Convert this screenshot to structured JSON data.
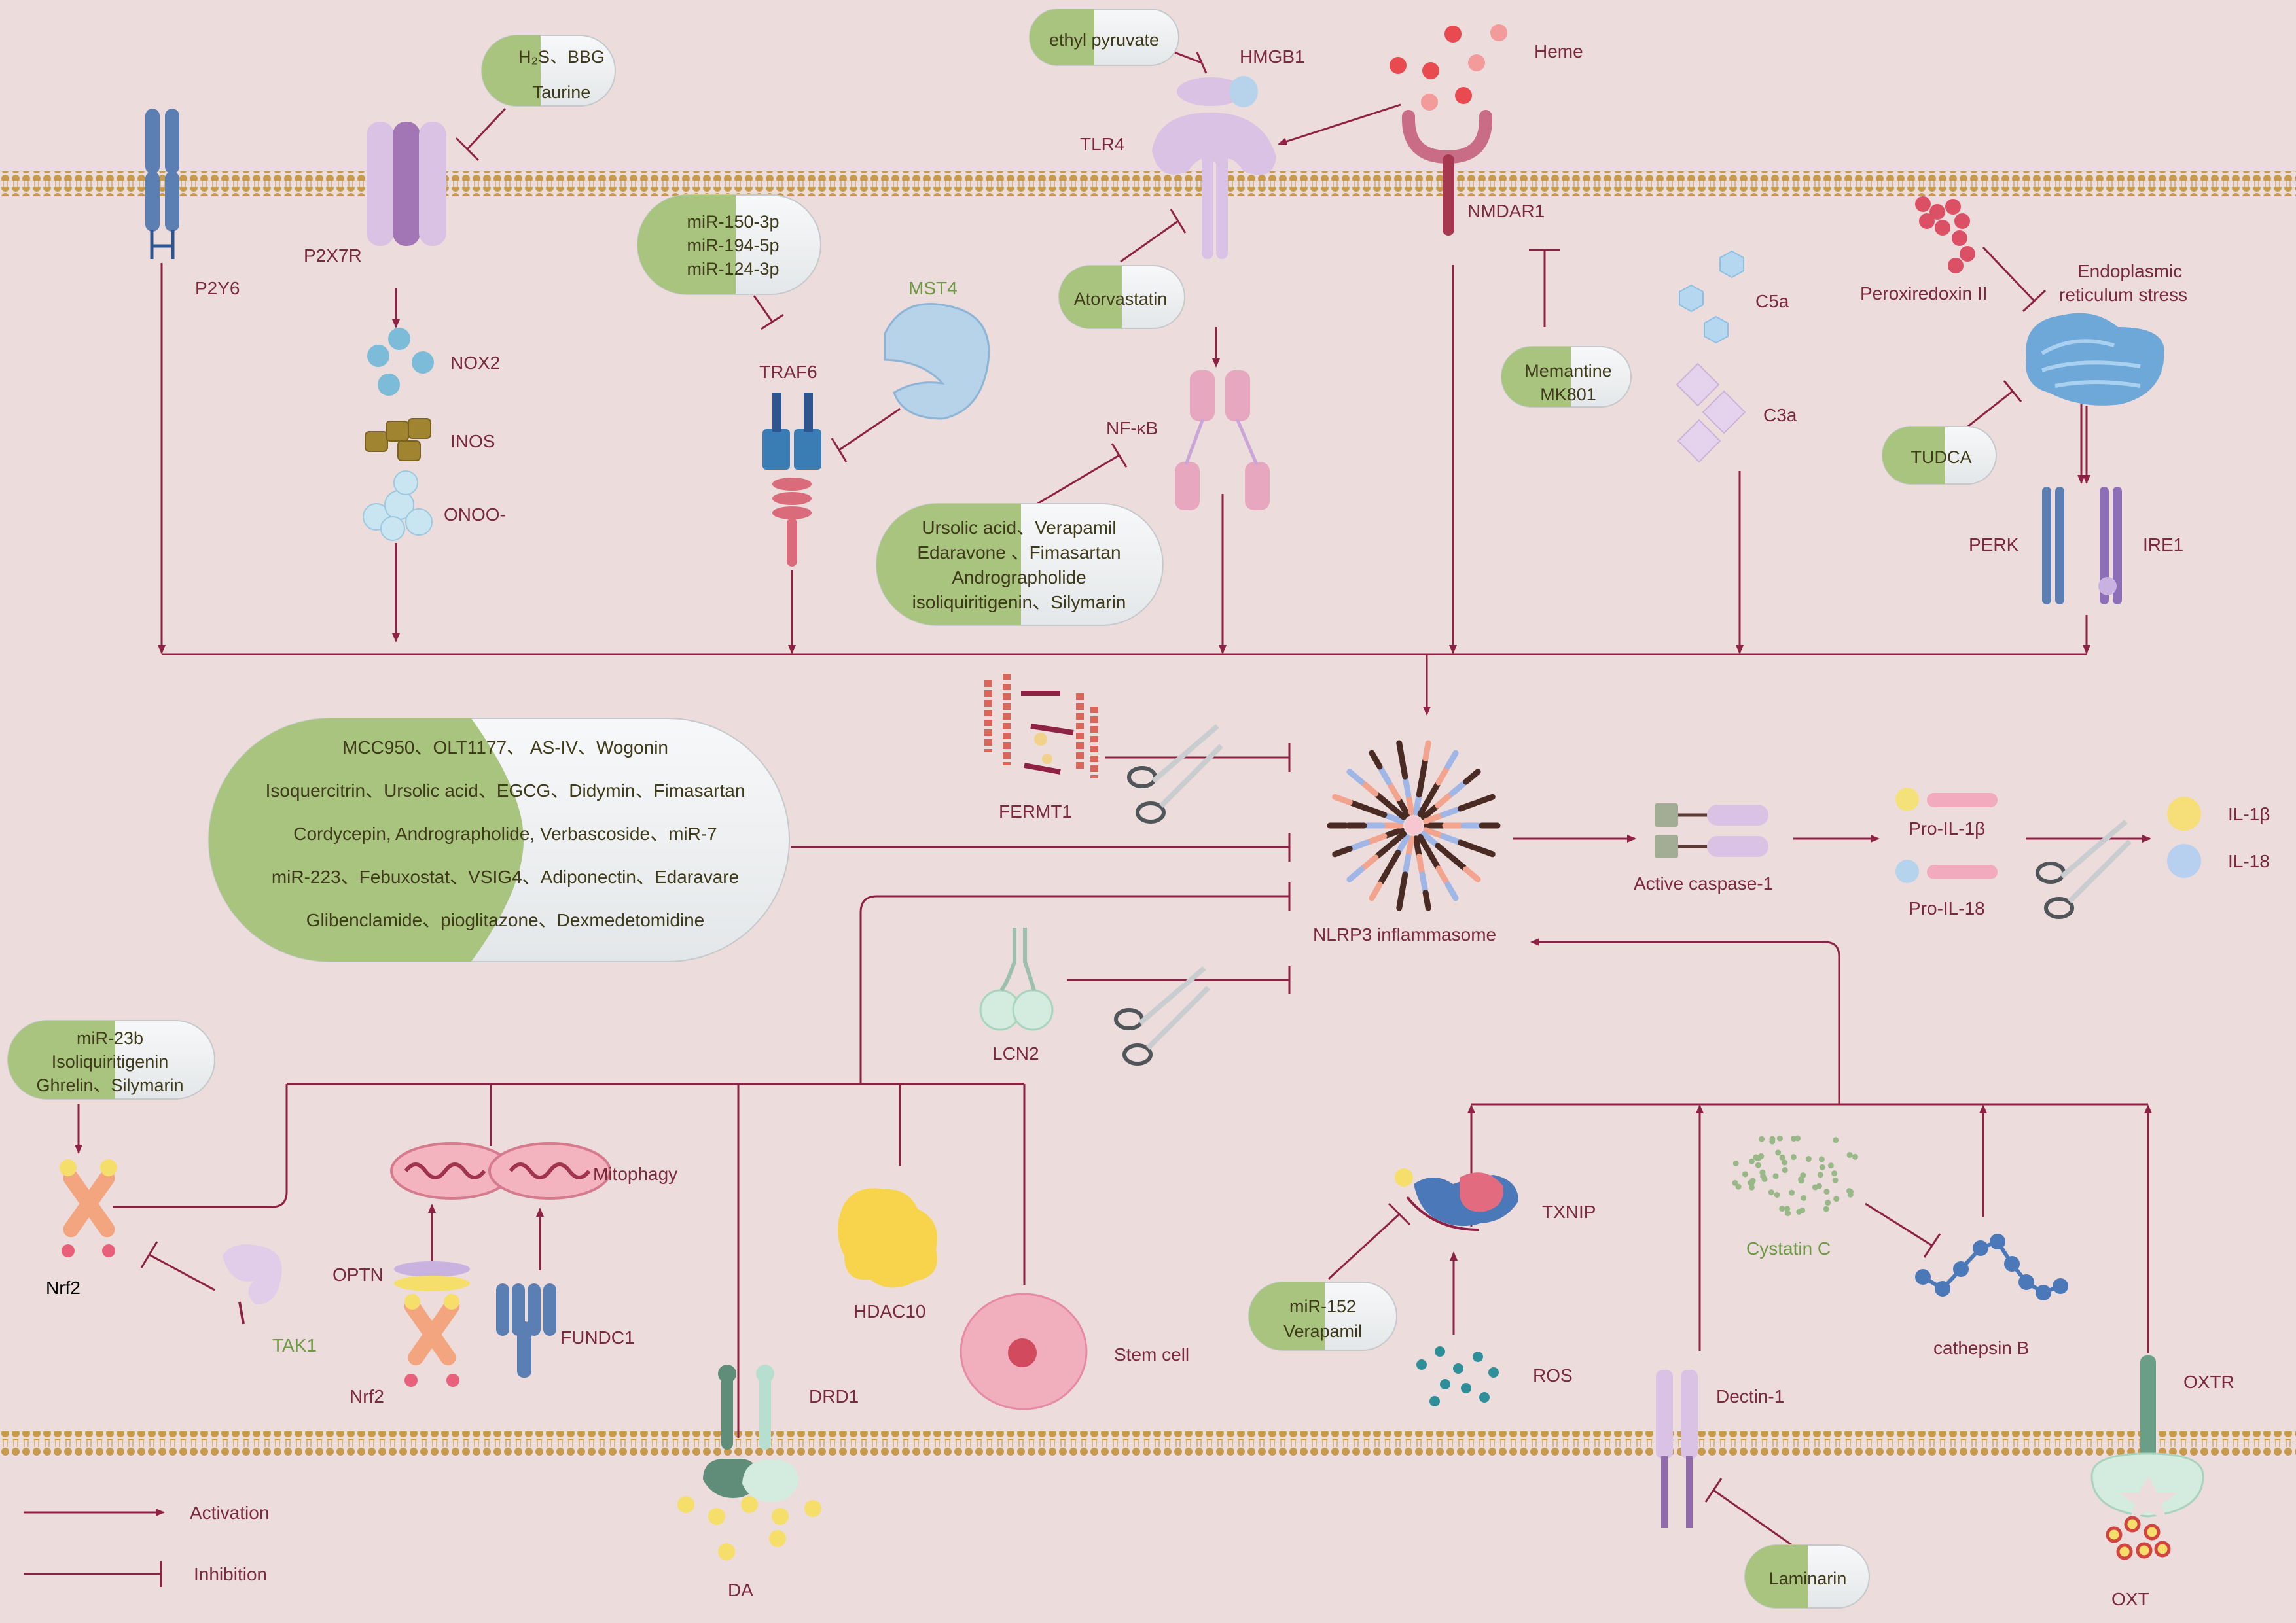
{
  "colors": {
    "background": "#ecdcdc",
    "membrane": "#c89a4c",
    "arrow": "#8e2244",
    "pill_green": "#a9c47f",
    "pill_grey": "#eef0f1",
    "label_text": "#7a2a3a",
    "drug_text": "#3f3b1a",
    "green_label": "#6e9a45"
  },
  "pathway_labels": {
    "p2y6": "P2Y6",
    "p2x7r": "P2X7R",
    "nox2": "NOX2",
    "inos": "INOS",
    "onoo": "ONOO-",
    "traf6": "TRAF6",
    "mst4": "MST4",
    "hmgb1": "HMGB1",
    "tlr4": "TLR4",
    "nfkb": "NF-κB",
    "heme": "Heme",
    "nmdar1": "NMDAR1",
    "c5a": "C5a",
    "c3a": "C3a",
    "peroxiredoxin": "Peroxiredoxin II",
    "er_stress_1": "Endoplasmic",
    "er_stress_2": "reticulum  stress",
    "perk": "PERK",
    "ire1": "IRE1",
    "fermt1": "FERMT1",
    "nlrp3": "NLRP3 inflammasome",
    "active_caspase": "Active caspase-1",
    "pro_il1b": "Pro-IL-1β",
    "pro_il18": "Pro-IL-18",
    "il1b": "IL-1β",
    "il18": "IL-18",
    "lcn2": "LCN2",
    "nrf2_left": "Nrf2",
    "tak1": "TAK1",
    "mitophagy": "Mitophagy",
    "optn": "OPTN",
    "nrf2_mid": "Nrf2",
    "fundc1": "FUNDC1",
    "hdac10": "HDAC10",
    "stem_cell": "Stem cell",
    "drd1": "DRD1",
    "da": "DA",
    "txnip": "TXNIP",
    "ros": "ROS",
    "cystatin_c": "Cystatin C",
    "cathepsin_b": "cathepsin B",
    "dectin1": "Dectin-1",
    "oxtr": "OXTR",
    "oxt": "OXT"
  },
  "inhibitors": {
    "h2s_bbg": [
      "H₂S、BBG",
      "Taurine"
    ],
    "ethyl_pyruvate": [
      "ethyl pyruvate"
    ],
    "mirna_traf6": [
      "miR-150-3p",
      "miR-194-5p",
      "miR-124-3p"
    ],
    "atorvastatin": [
      "Atorvastatin"
    ],
    "memantine": [
      "Memantine",
      "MK801"
    ],
    "tudca": [
      "TUDCA"
    ],
    "nfkb_drugs": [
      "Ursolic acid、Verapamil",
      "Edaravone 、Fimasartan",
      "Andrographolide",
      "isoliquiritigenin、Silymarin"
    ],
    "nlrp3_drugs": [
      "MCC950、OLT1177、 AS-IV、Wogonin",
      "Isoquercitrin、Ursolic acid、EGCG、Didymin、Fimasartan",
      "Cordycepin, Andrographolide, Verbascoside、miR-7",
      "miR-223、Febuxostat、VSIG4、Adiponectin、Edaravare",
      "Glibenclamide、pioglitazone、Dexmedetomidine"
    ],
    "nrf2_drugs": [
      "miR-23b",
      "Isoliquiritigenin",
      "Ghrelin、Silymarin"
    ],
    "mir152": [
      "miR-152",
      "Verapamil"
    ],
    "laminarin": [
      "Laminarin"
    ]
  },
  "legend": {
    "activation": "Activation",
    "inhibition": "Inhibition"
  }
}
